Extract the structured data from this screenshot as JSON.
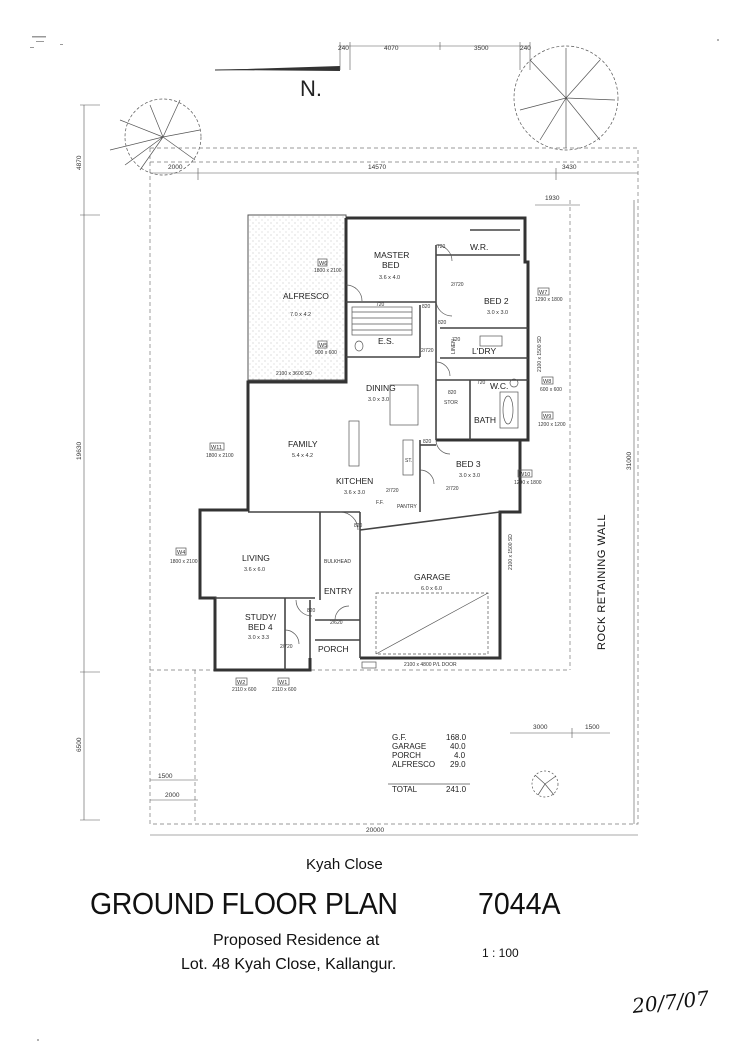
{
  "north": "N.",
  "street": "Kyah Close",
  "title": "GROUND FLOOR PLAN",
  "plan_number": "7044A",
  "description_line1": "Proposed Residence at",
  "description_line2": "Lot. 48 Kyah Close,  Kallangur.",
  "scale": "1 : 100",
  "signature_date": "20/7/07",
  "boundary_label": "ROCK RETAINING WALL",
  "rooms": {
    "alfresco": {
      "name": "ALFRESCO",
      "size": "7.0 x 4.2"
    },
    "master": {
      "name": "MASTER",
      "name2": "BED",
      "size": "3.6 x 4.0"
    },
    "wr_master": {
      "name": "W.R."
    },
    "bed2": {
      "name": "BED 2",
      "size": "3.0 x 3.0"
    },
    "es": {
      "name": "E.S."
    },
    "ldry": {
      "name": "L'DRY"
    },
    "wc": {
      "name": "W.C."
    },
    "dining": {
      "name": "DINING",
      "size": "3.0 x 3.0"
    },
    "bath": {
      "name": "BATH"
    },
    "stor": {
      "name": "STOR"
    },
    "family": {
      "name": "FAMILY",
      "size": "5.4 x 4.2"
    },
    "kitchen": {
      "name": "KITCHEN",
      "size": "3.6 x 3.0"
    },
    "bed3": {
      "name": "BED 3",
      "size": "3.0 x 3.0"
    },
    "pantry": {
      "name": "PANTRY"
    },
    "living": {
      "name": "LIVING",
      "size": "3.6 x 6.0"
    },
    "bulkhead": {
      "name": "BULKHEAD"
    },
    "garage": {
      "name": "GARAGE",
      "size": "6.0 x 6.0"
    },
    "entry": {
      "name": "ENTRY"
    },
    "study": {
      "name": "STUDY/",
      "name2": "BED 4",
      "size": "3.0 x 3.3"
    },
    "porch": {
      "name": "PORCH"
    },
    "linen": {
      "name": "LINEN"
    },
    "ff": {
      "name": "F.F."
    },
    "st": {
      "name": "ST."
    }
  },
  "windows": {
    "w1": {
      "id": "W1",
      "size": "2110 x 600"
    },
    "w2": {
      "id": "W2",
      "size": "2110 x 600"
    },
    "w4": {
      "id": "W4",
      "size": "1800 x 2100"
    },
    "w5": {
      "id": "W5",
      "size": "900 x 600"
    },
    "w6": {
      "id": "W6",
      "size": "1800 x 2100"
    },
    "w7": {
      "id": "W7",
      "size": "1290 x 1800"
    },
    "w8": {
      "id": "W8",
      "size": "600 x 600"
    },
    "w9": {
      "id": "W9",
      "size": "1200 x 1200"
    },
    "w10": {
      "id": "W10",
      "size": "1200 x 1800"
    },
    "w11": {
      "id": "W11",
      "size": "1800 x 2100"
    }
  },
  "openings": {
    "alfresco_sd": "2100 x 3600 SD",
    "bed2_sd": "2100 x 1500 SD",
    "garage_sd": "2100 x 1500 SD",
    "garage_door": "2100 x 4800 P/L DOOR"
  },
  "dimensions": {
    "top_a": "240",
    "top_b": "4070",
    "top_c": "3500",
    "top_d": "240",
    "left_top": "4870",
    "left_mid": "19630",
    "left_bottom": "6500",
    "row_left": "2000",
    "row_mid": "14570",
    "row_right": "3430",
    "right_upper": "1930",
    "right_total": "31000",
    "bottom_right_a": "3000",
    "bottom_right_b": "1500",
    "bottom_left_a": "1500",
    "bottom_left_b": "2000",
    "bottom_total": "20000",
    "door_820_a": "820",
    "door_820_b": "820",
    "door_820_c": "820",
    "door_820_d": "820",
    "door_820_e": "820",
    "door_820_f": "820",
    "door_720_a": "720",
    "door_720_b": "720",
    "door_720_c": "720",
    "door_720_d": "720",
    "door_2720_a": "2/720",
    "door_2720_b": "2/720",
    "door_2720_c": "2/720",
    "door_2720_d": "2/720",
    "door_2720_e": "2/720",
    "door_2620": "2/620"
  },
  "areas": [
    {
      "label": "G.F.",
      "value": "168.0"
    },
    {
      "label": "GARAGE",
      "value": "40.0"
    },
    {
      "label": "PORCH",
      "value": "4.0"
    },
    {
      "label": "ALFRESCO",
      "value": "29.0"
    },
    {
      "label": "TOTAL",
      "value": "241.0"
    }
  ]
}
